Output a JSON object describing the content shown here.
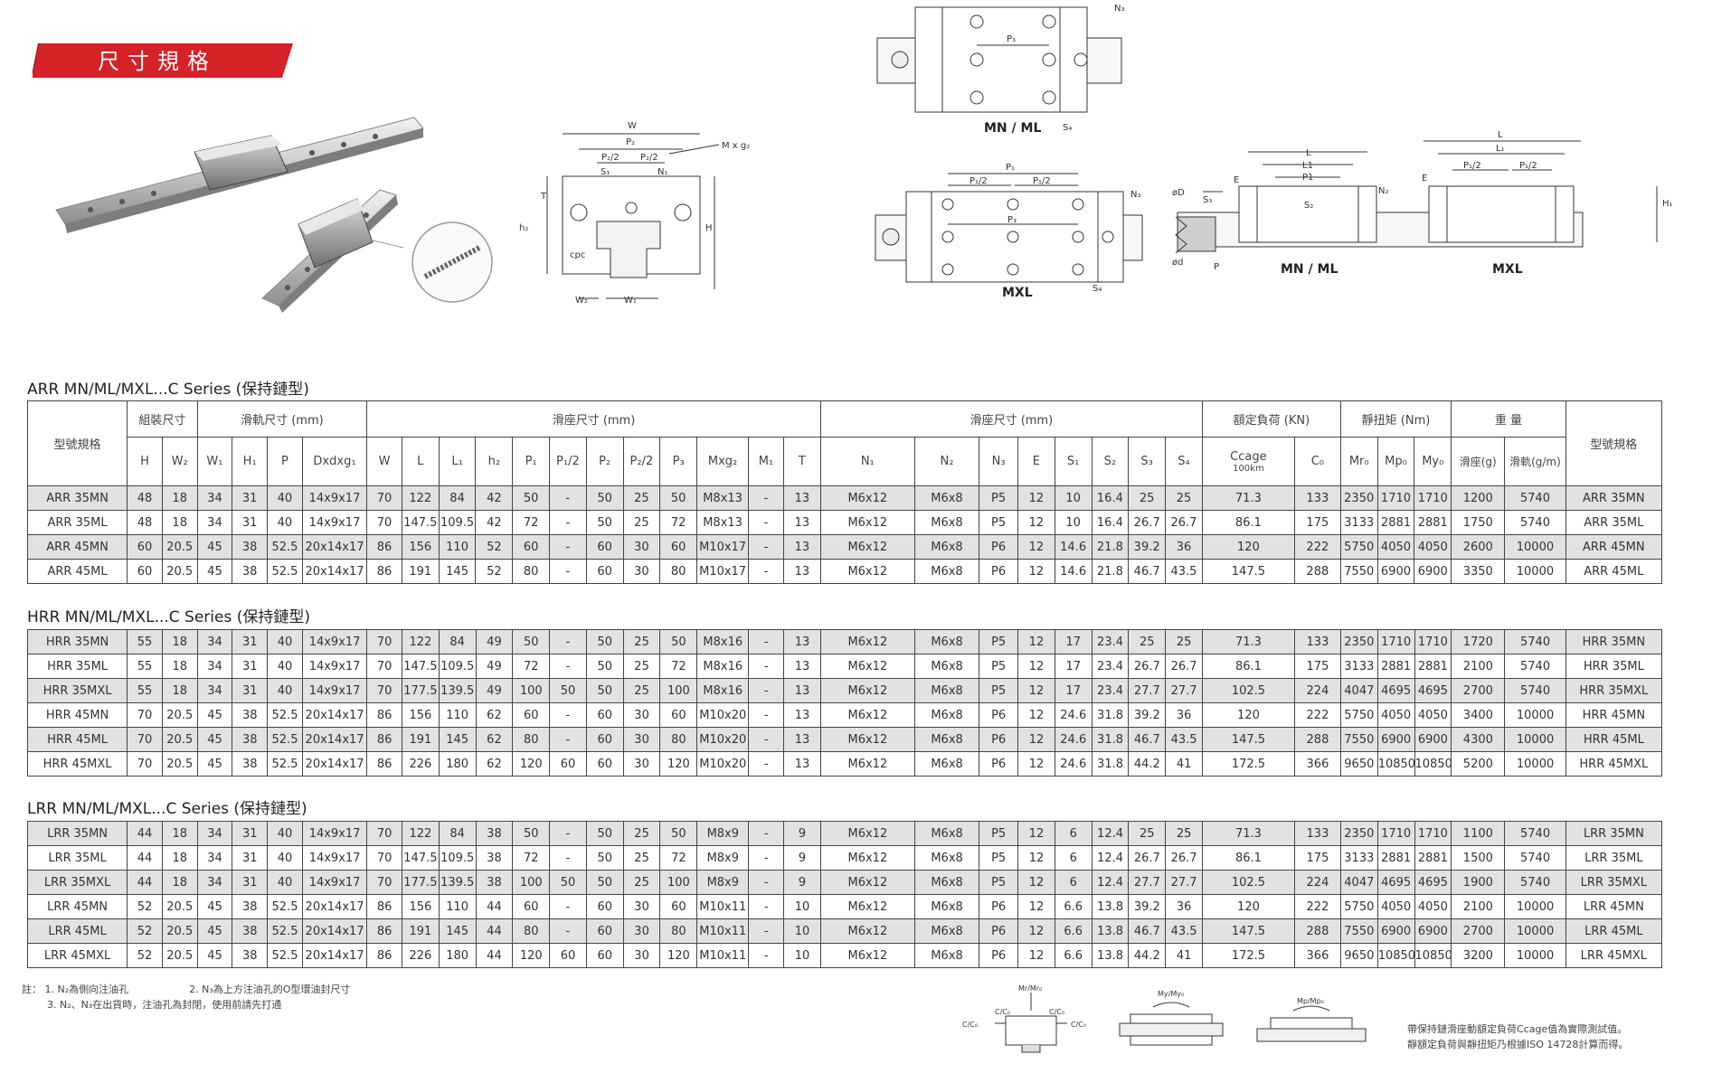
{
  "header": {
    "title": "尺寸規格"
  },
  "drawing_labels": {
    "front": {
      "W": "W",
      "P2": "P₂",
      "P22a": "P₂/2",
      "P22b": "P₂/2",
      "Mg": "M x g₂",
      "N1": "N₁",
      "S1": "S₁",
      "T": "T",
      "h2": "h₂",
      "H": "H",
      "W2": "W₂",
      "W1": "W₁",
      "logo": "cpc"
    },
    "top_mn": {
      "N3": "N₃",
      "P3": "P₃",
      "S4": "S₄",
      "name": "MN / ML"
    },
    "top_mxl": {
      "P1": "P₁",
      "P12a": "P₁/2",
      "P12b": "P₁/2",
      "N3": "N₃",
      "P3": "P₃",
      "S4": "S₄",
      "name": "MXL"
    },
    "side": {
      "phiD": "øD",
      "phid": "ød",
      "S3": "S₃",
      "E": "E",
      "P": "P",
      "L": "L",
      "L1": "L1",
      "P1": "P1",
      "S2": "S₂",
      "N2": "N₂",
      "name_mn": "MN / ML",
      "Lb": "L",
      "L1b": "L₁",
      "P12a": "P₁/2",
      "P12b": "P₁/2",
      "E2": "E",
      "H1": "H₁",
      "name_mxl": "MXL"
    }
  },
  "columns": {
    "model": "型號規格",
    "group_assembly": "組裝尺寸",
    "group_rail": "滑軌尺寸 (mm)",
    "group_block1": "滑座尺寸 (mm)",
    "group_block2": "滑座尺寸 (mm)",
    "group_load": "額定負荷 (KN)",
    "group_torque": "靜扭矩 (Nm)",
    "group_weight": "重 量",
    "model_right": "型號規格",
    "sub": [
      "H",
      "W₂",
      "W₁",
      "H₁",
      "P",
      "Dxdxg₁",
      "W",
      "L",
      "L₁",
      "h₂",
      "P₁",
      "P₁/2",
      "P₂",
      "P₂/2",
      "P₃",
      "Mxg₂",
      "M₁",
      "T",
      "N₁",
      "N₂",
      "N₃",
      "E",
      "S₁",
      "S₂",
      "S₃",
      "S₄",
      "Ccage",
      "C₀",
      "Mr₀",
      "Mp₀",
      "My₀",
      "滑座(g)",
      "滑軌(g/m)"
    ],
    "ccage_sub": "100km"
  },
  "sections": [
    {
      "title": "ARR MN/ML/MXL...C Series (保持鏈型)",
      "rows": [
        [
          "ARR 35MN",
          "48",
          "18",
          "34",
          "31",
          "40",
          "14x9x17",
          "70",
          "122",
          "84",
          "42",
          "50",
          "-",
          "50",
          "25",
          "50",
          "M8x13",
          "-",
          "13",
          "M6x12",
          "M6x8",
          "P5",
          "12",
          "10",
          "16.4",
          "25",
          "25",
          "71.3",
          "133",
          "2350",
          "1710",
          "1710",
          "1200",
          "5740",
          "ARR 35MN"
        ],
        [
          "ARR 35ML",
          "48",
          "18",
          "34",
          "31",
          "40",
          "14x9x17",
          "70",
          "147.5",
          "109.5",
          "42",
          "72",
          "-",
          "50",
          "25",
          "72",
          "M8x13",
          "-",
          "13",
          "M6x12",
          "M6x8",
          "P5",
          "12",
          "10",
          "16.4",
          "26.7",
          "26.7",
          "86.1",
          "175",
          "3133",
          "2881",
          "2881",
          "1750",
          "5740",
          "ARR 35ML"
        ],
        [
          "ARR 45MN",
          "60",
          "20.5",
          "45",
          "38",
          "52.5",
          "20x14x17",
          "86",
          "156",
          "110",
          "52",
          "60",
          "-",
          "60",
          "30",
          "60",
          "M10x17",
          "-",
          "13",
          "M6x12",
          "M6x8",
          "P6",
          "12",
          "14.6",
          "21.8",
          "39.2",
          "36",
          "120",
          "222",
          "5750",
          "4050",
          "4050",
          "2600",
          "10000",
          "ARR 45MN"
        ],
        [
          "ARR 45ML",
          "60",
          "20.5",
          "45",
          "38",
          "52.5",
          "20x14x17",
          "86",
          "191",
          "145",
          "52",
          "80",
          "-",
          "60",
          "30",
          "80",
          "M10x17",
          "-",
          "13",
          "M6x12",
          "M6x8",
          "P6",
          "12",
          "14.6",
          "21.8",
          "46.7",
          "43.5",
          "147.5",
          "288",
          "7550",
          "6900",
          "6900",
          "3350",
          "10000",
          "ARR 45ML"
        ]
      ]
    },
    {
      "title": "HRR MN/ML/MXL...C Series (保持鏈型)",
      "rows": [
        [
          "HRR 35MN",
          "55",
          "18",
          "34",
          "31",
          "40",
          "14x9x17",
          "70",
          "122",
          "84",
          "49",
          "50",
          "-",
          "50",
          "25",
          "50",
          "M8x16",
          "-",
          "13",
          "M6x12",
          "M6x8",
          "P5",
          "12",
          "17",
          "23.4",
          "25",
          "25",
          "71.3",
          "133",
          "2350",
          "1710",
          "1710",
          "1720",
          "5740",
          "HRR 35MN"
        ],
        [
          "HRR 35ML",
          "55",
          "18",
          "34",
          "31",
          "40",
          "14x9x17",
          "70",
          "147.5",
          "109.5",
          "49",
          "72",
          "-",
          "50",
          "25",
          "72",
          "M8x16",
          "-",
          "13",
          "M6x12",
          "M6x8",
          "P5",
          "12",
          "17",
          "23.4",
          "26.7",
          "26.7",
          "86.1",
          "175",
          "3133",
          "2881",
          "2881",
          "2100",
          "5740",
          "HRR 35ML"
        ],
        [
          "HRR 35MXL",
          "55",
          "18",
          "34",
          "31",
          "40",
          "14x9x17",
          "70",
          "177.5",
          "139.5",
          "49",
          "100",
          "50",
          "50",
          "25",
          "100",
          "M8x16",
          "-",
          "13",
          "M6x12",
          "M6x8",
          "P5",
          "12",
          "17",
          "23.4",
          "27.7",
          "27.7",
          "102.5",
          "224",
          "4047",
          "4695",
          "4695",
          "2700",
          "5740",
          "HRR 35MXL"
        ],
        [
          "HRR 45MN",
          "70",
          "20.5",
          "45",
          "38",
          "52.5",
          "20x14x17",
          "86",
          "156",
          "110",
          "62",
          "60",
          "-",
          "60",
          "30",
          "60",
          "M10x20",
          "-",
          "13",
          "M6x12",
          "M6x8",
          "P6",
          "12",
          "24.6",
          "31.8",
          "39.2",
          "36",
          "120",
          "222",
          "5750",
          "4050",
          "4050",
          "3400",
          "10000",
          "HRR 45MN"
        ],
        [
          "HRR 45ML",
          "70",
          "20.5",
          "45",
          "38",
          "52.5",
          "20x14x17",
          "86",
          "191",
          "145",
          "62",
          "80",
          "-",
          "60",
          "30",
          "80",
          "M10x20",
          "-",
          "13",
          "M6x12",
          "M6x8",
          "P6",
          "12",
          "24.6",
          "31.8",
          "46.7",
          "43.5",
          "147.5",
          "288",
          "7550",
          "6900",
          "6900",
          "4300",
          "10000",
          "HRR 45ML"
        ],
        [
          "HRR 45MXL",
          "70",
          "20.5",
          "45",
          "38",
          "52.5",
          "20x14x17",
          "86",
          "226",
          "180",
          "62",
          "120",
          "60",
          "60",
          "30",
          "120",
          "M10x20",
          "-",
          "13",
          "M6x12",
          "M6x8",
          "P6",
          "12",
          "24.6",
          "31.8",
          "44.2",
          "41",
          "172.5",
          "366",
          "9650",
          "10850",
          "10850",
          "5200",
          "10000",
          "HRR 45MXL"
        ]
      ]
    },
    {
      "title": "LRR MN/ML/MXL...C Series (保持鏈型)",
      "rows": [
        [
          "LRR 35MN",
          "44",
          "18",
          "34",
          "31",
          "40",
          "14x9x17",
          "70",
          "122",
          "84",
          "38",
          "50",
          "-",
          "50",
          "25",
          "50",
          "M8x9",
          "-",
          "9",
          "M6x12",
          "M6x8",
          "P5",
          "12",
          "6",
          "12.4",
          "25",
          "25",
          "71.3",
          "133",
          "2350",
          "1710",
          "1710",
          "1100",
          "5740",
          "LRR 35MN"
        ],
        [
          "LRR 35ML",
          "44",
          "18",
          "34",
          "31",
          "40",
          "14x9x17",
          "70",
          "147.5",
          "109.5",
          "38",
          "72",
          "-",
          "50",
          "25",
          "72",
          "M8x9",
          "-",
          "9",
          "M6x12",
          "M6x8",
          "P5",
          "12",
          "6",
          "12.4",
          "26.7",
          "26.7",
          "86.1",
          "175",
          "3133",
          "2881",
          "2881",
          "1500",
          "5740",
          "LRR 35ML"
        ],
        [
          "LRR 35MXL",
          "44",
          "18",
          "34",
          "31",
          "40",
          "14x9x17",
          "70",
          "177.5",
          "139.5",
          "38",
          "100",
          "50",
          "50",
          "25",
          "100",
          "M8x9",
          "-",
          "9",
          "M6x12",
          "M6x8",
          "P5",
          "12",
          "6",
          "12.4",
          "27.7",
          "27.7",
          "102.5",
          "224",
          "4047",
          "4695",
          "4695",
          "1900",
          "5740",
          "LRR 35MXL"
        ],
        [
          "LRR 45MN",
          "52",
          "20.5",
          "45",
          "38",
          "52.5",
          "20x14x17",
          "86",
          "156",
          "110",
          "44",
          "60",
          "-",
          "60",
          "30",
          "60",
          "M10x11",
          "-",
          "10",
          "M6x12",
          "M6x8",
          "P6",
          "12",
          "6.6",
          "13.8",
          "39.2",
          "36",
          "120",
          "222",
          "5750",
          "4050",
          "4050",
          "2100",
          "10000",
          "LRR 45MN"
        ],
        [
          "LRR 45ML",
          "52",
          "20.5",
          "45",
          "38",
          "52.5",
          "20x14x17",
          "86",
          "191",
          "145",
          "44",
          "80",
          "-",
          "60",
          "30",
          "80",
          "M10x11",
          "-",
          "10",
          "M6x12",
          "M6x8",
          "P6",
          "12",
          "6.6",
          "13.8",
          "46.7",
          "43.5",
          "147.5",
          "288",
          "7550",
          "6900",
          "6900",
          "2700",
          "10000",
          "LRR 45ML"
        ],
        [
          "LRR 45MXL",
          "52",
          "20.5",
          "45",
          "38",
          "52.5",
          "20x14x17",
          "86",
          "226",
          "180",
          "44",
          "120",
          "60",
          "60",
          "30",
          "120",
          "M10x11",
          "-",
          "10",
          "M6x12",
          "M6x8",
          "P6",
          "12",
          "6.6",
          "13.8",
          "44.2",
          "41",
          "172.5",
          "366",
          "9650",
          "10850",
          "10850",
          "3200",
          "10000",
          "LRR 45MXL"
        ]
      ]
    }
  ],
  "notes": {
    "label": "註：",
    "n1": "1. N₂為側向注油孔",
    "n2": "2. N₃為上方注油孔的O型環油封尺寸",
    "n3": "3. N₂、N₃在出貨時，注油孔為封閉，使用前請先打通"
  },
  "footer_labels": {
    "mr": "Mr/Mr₀",
    "cc1": "C/C₀",
    "cc2": "C/C₀",
    "cc3": "C/C₀",
    "cc4": "C/C₀",
    "my": "My/My₀",
    "mp": "Mp/Mp₀"
  },
  "footer_note": {
    "line1": "帶保持鏈滑座動額定負荷Ccage值為實際測試值。",
    "line2": "靜額定負荷與靜扭矩乃根據ISO 14728計算而得。"
  },
  "colors": {
    "banner": "#d62127",
    "row_shade": "#e2e2e4",
    "border": "#444444"
  }
}
